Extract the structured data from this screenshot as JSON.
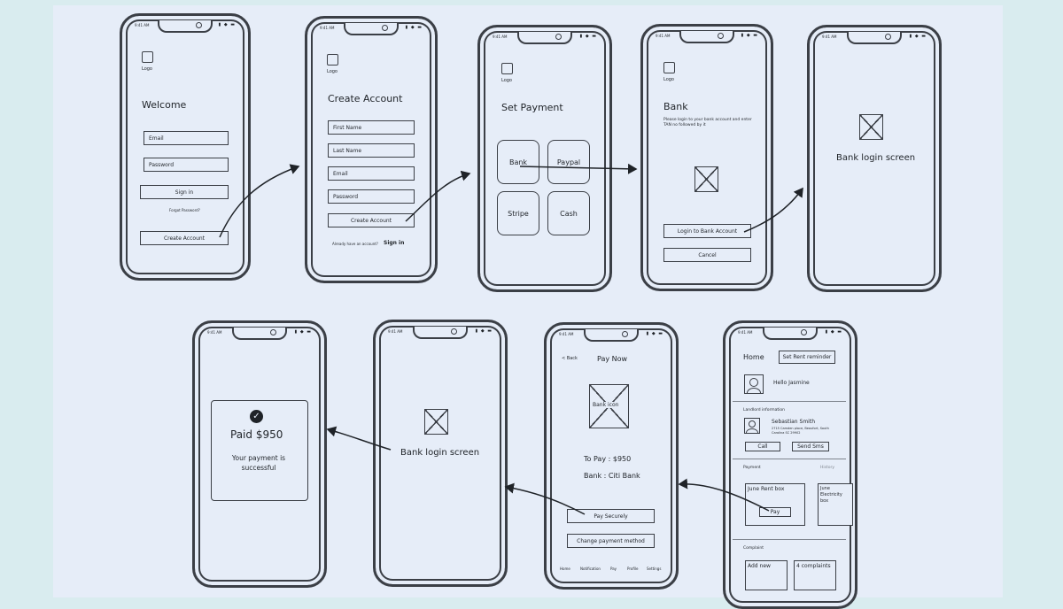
{
  "status_time": "9:41 AM",
  "status_icons": "▮ ◆ ▬",
  "screens": {
    "welcome": {
      "logo": "Logo",
      "title": "Welcome",
      "email_placeholder": "Email",
      "password_placeholder": "Password",
      "sign_in": "Sign in",
      "forgot": "Forgot Password?",
      "create_account": "Create Account"
    },
    "create_account": {
      "logo": "Logo",
      "title": "Create Account",
      "first_name": "First Name",
      "last_name": "Last Name",
      "email": "Email",
      "password": "Password",
      "create_button": "Create Account",
      "have_account": "Already have an account?",
      "sign_in": "Sign in"
    },
    "set_payment": {
      "logo": "Logo",
      "title": "Set Payment",
      "options": [
        "Bank",
        "Paypal",
        "Stripe",
        "Cash"
      ]
    },
    "bank": {
      "logo": "Logo",
      "title": "Bank",
      "description": "Please login to your bank account and enter TAN no followed by it",
      "login_button": "Login to Bank Account",
      "cancel_button": "Cancel"
    },
    "bank_login_1": {
      "label": "Bank login screen"
    },
    "home": {
      "title": "Home",
      "reminder_button": "Set Rent reminder",
      "greeting": "Hello Jasmine",
      "landlord_section": "Landlord information",
      "landlord_name": "Sebastian Smith",
      "landlord_address": "2715 Camden place, Beaufort, South Carolina SC 29902",
      "call_button": "Call",
      "sms_button": "Send Sms",
      "payment_section": "Payment",
      "payment_history": "History",
      "card1_title": "June Rent box",
      "card1_pay": "Pay",
      "card2_title": "June Electricity box",
      "complaint_section": "Complaint",
      "add_new": "Add new",
      "complaints_count": "4 complaints"
    },
    "pay_now": {
      "back": "< Back",
      "title": "Pay Now",
      "bank_icon": "Bank icon",
      "to_pay": "To Pay : $950",
      "bank": "Bank : Citi Bank",
      "pay_button": "Pay Securely",
      "change_button": "Change payment method",
      "nav": [
        "Home",
        "Notification",
        "Pay",
        "Profile",
        "Settings"
      ]
    },
    "bank_login_2": {
      "label": "Bank login screen"
    },
    "success": {
      "amount": "Paid $950",
      "message": "Your payment is successful"
    }
  }
}
